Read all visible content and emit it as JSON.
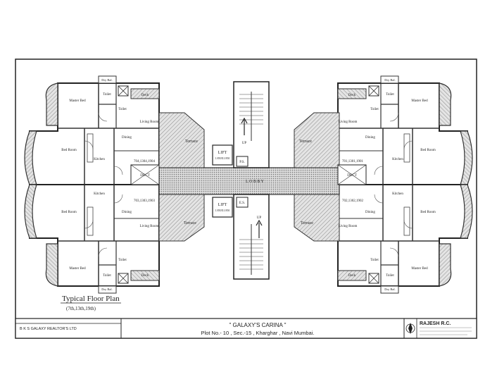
{
  "plan": {
    "title": "Typical Floor Plan",
    "subtitle": "(7th,13th,19th)"
  },
  "rooms": {
    "master_bed": "Master Bed",
    "bed_room": "Bed Room",
    "toilet": "Toilet",
    "dry_bal": "Dry Bal.",
    "deck": "Deck",
    "dining": "Dining",
    "living_room": "Living Room",
    "kitchen": "Kitchen",
    "terrace": "Terrace",
    "lift": "LIFT",
    "lift_size": "1.850X1.850",
    "duct": "DUCT",
    "lobby": "L O B B Y",
    "up": "UP",
    "ps": "P.S.",
    "es": "E.S."
  },
  "flats": {
    "top_left": "704,1304,1904",
    "bottom_left": "703,1303,1903",
    "top_right": "701,1301,1901",
    "bottom_right": "702,1302,1902"
  },
  "title_block": {
    "client": "B K S GALAXY REALTOR'S LTD",
    "project": "\" GALAXY'S CARINA \"",
    "address": "Plot No.- 10 , Sec.-15 , Kharghar , Navi Mumbai.",
    "architect": "RAJESH R.C."
  }
}
